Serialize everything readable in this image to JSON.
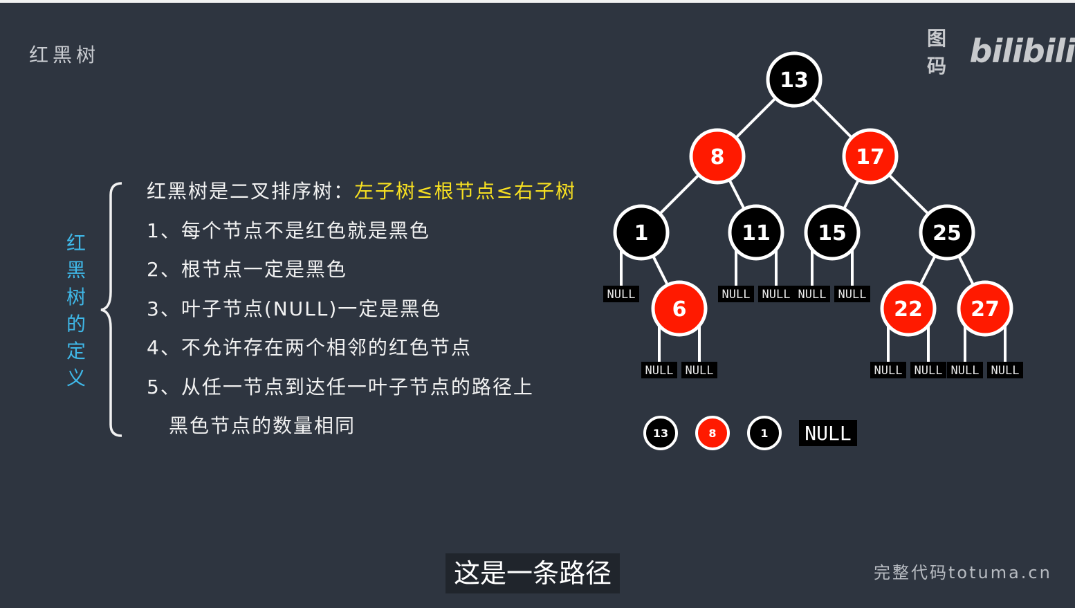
{
  "header": {
    "title": "红黑树",
    "logo_text": "图码",
    "logo_brand": "bilibili"
  },
  "sidebar_label": [
    "红",
    "黑",
    "树",
    "的",
    "定",
    "义"
  ],
  "rules": {
    "intro": "红黑树是二叉排序树：",
    "intro_highlight": "左子树≤根节点≤右子树",
    "items": [
      "1、每个节点不是红色就是黑色",
      "2、根节点一定是黑色",
      "3、叶子节点(NULL)一定是黑色",
      "4、不允许存在两个相邻的红色节点",
      "5、从任一节点到达任一叶子节点的路径上",
      "黑色节点的数量相同"
    ]
  },
  "colors": {
    "red": "#ff1a00",
    "black": "#000000",
    "highlight": "#f7e021",
    "accent": "#3fb8e8"
  },
  "tree": {
    "null_label": "NULL",
    "nodes": [
      {
        "value": "13",
        "color": "black",
        "parent": null
      },
      {
        "value": "8",
        "color": "red",
        "parent": 0
      },
      {
        "value": "17",
        "color": "red",
        "parent": 0
      },
      {
        "value": "1",
        "color": "black",
        "parent": 1
      },
      {
        "value": "11",
        "color": "black",
        "parent": 1
      },
      {
        "value": "15",
        "color": "black",
        "parent": 2
      },
      {
        "value": "25",
        "color": "black",
        "parent": 2
      },
      {
        "value": "6",
        "color": "red",
        "parent": 3
      },
      {
        "value": "22",
        "color": "red",
        "parent": 6
      },
      {
        "value": "27",
        "color": "red",
        "parent": 6
      }
    ]
  },
  "legend": [
    {
      "value": "13",
      "color": "black"
    },
    {
      "value": "8",
      "color": "red"
    },
    {
      "value": "1",
      "color": "black"
    },
    {
      "value": "NULL",
      "color": "null"
    }
  ],
  "subtitle": "这是一条路径",
  "watermark": "完整代码totuma.cn"
}
